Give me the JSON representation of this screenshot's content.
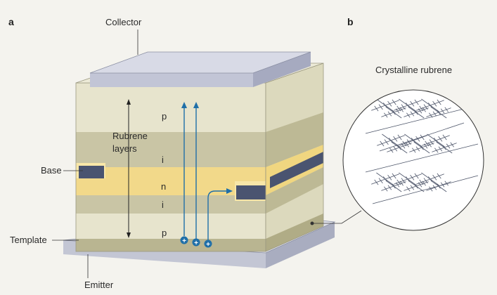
{
  "panels": {
    "a": "a",
    "b": "b"
  },
  "labels": {
    "collector": "Collector",
    "base": "Base",
    "template": "Template",
    "emitter": "Emitter",
    "rubrene_line1": "Rubrene",
    "rubrene_line2": "layers"
  },
  "layers": {
    "p_top": "p",
    "i_top": "i",
    "n": "n",
    "i_bottom": "i",
    "p_bottom": "p"
  },
  "inset": {
    "title": "Crystalline rubrene"
  },
  "charge_symbol": "+",
  "colors": {
    "background": "#f4f3ee",
    "p_layer": "#e6e3cc",
    "i_layer": "#c8c4a4",
    "n_layer": "#f2d98a",
    "electrode": "#4a5470",
    "collector_top": "#d7d9e4",
    "arrow": "#1f6fa8"
  }
}
